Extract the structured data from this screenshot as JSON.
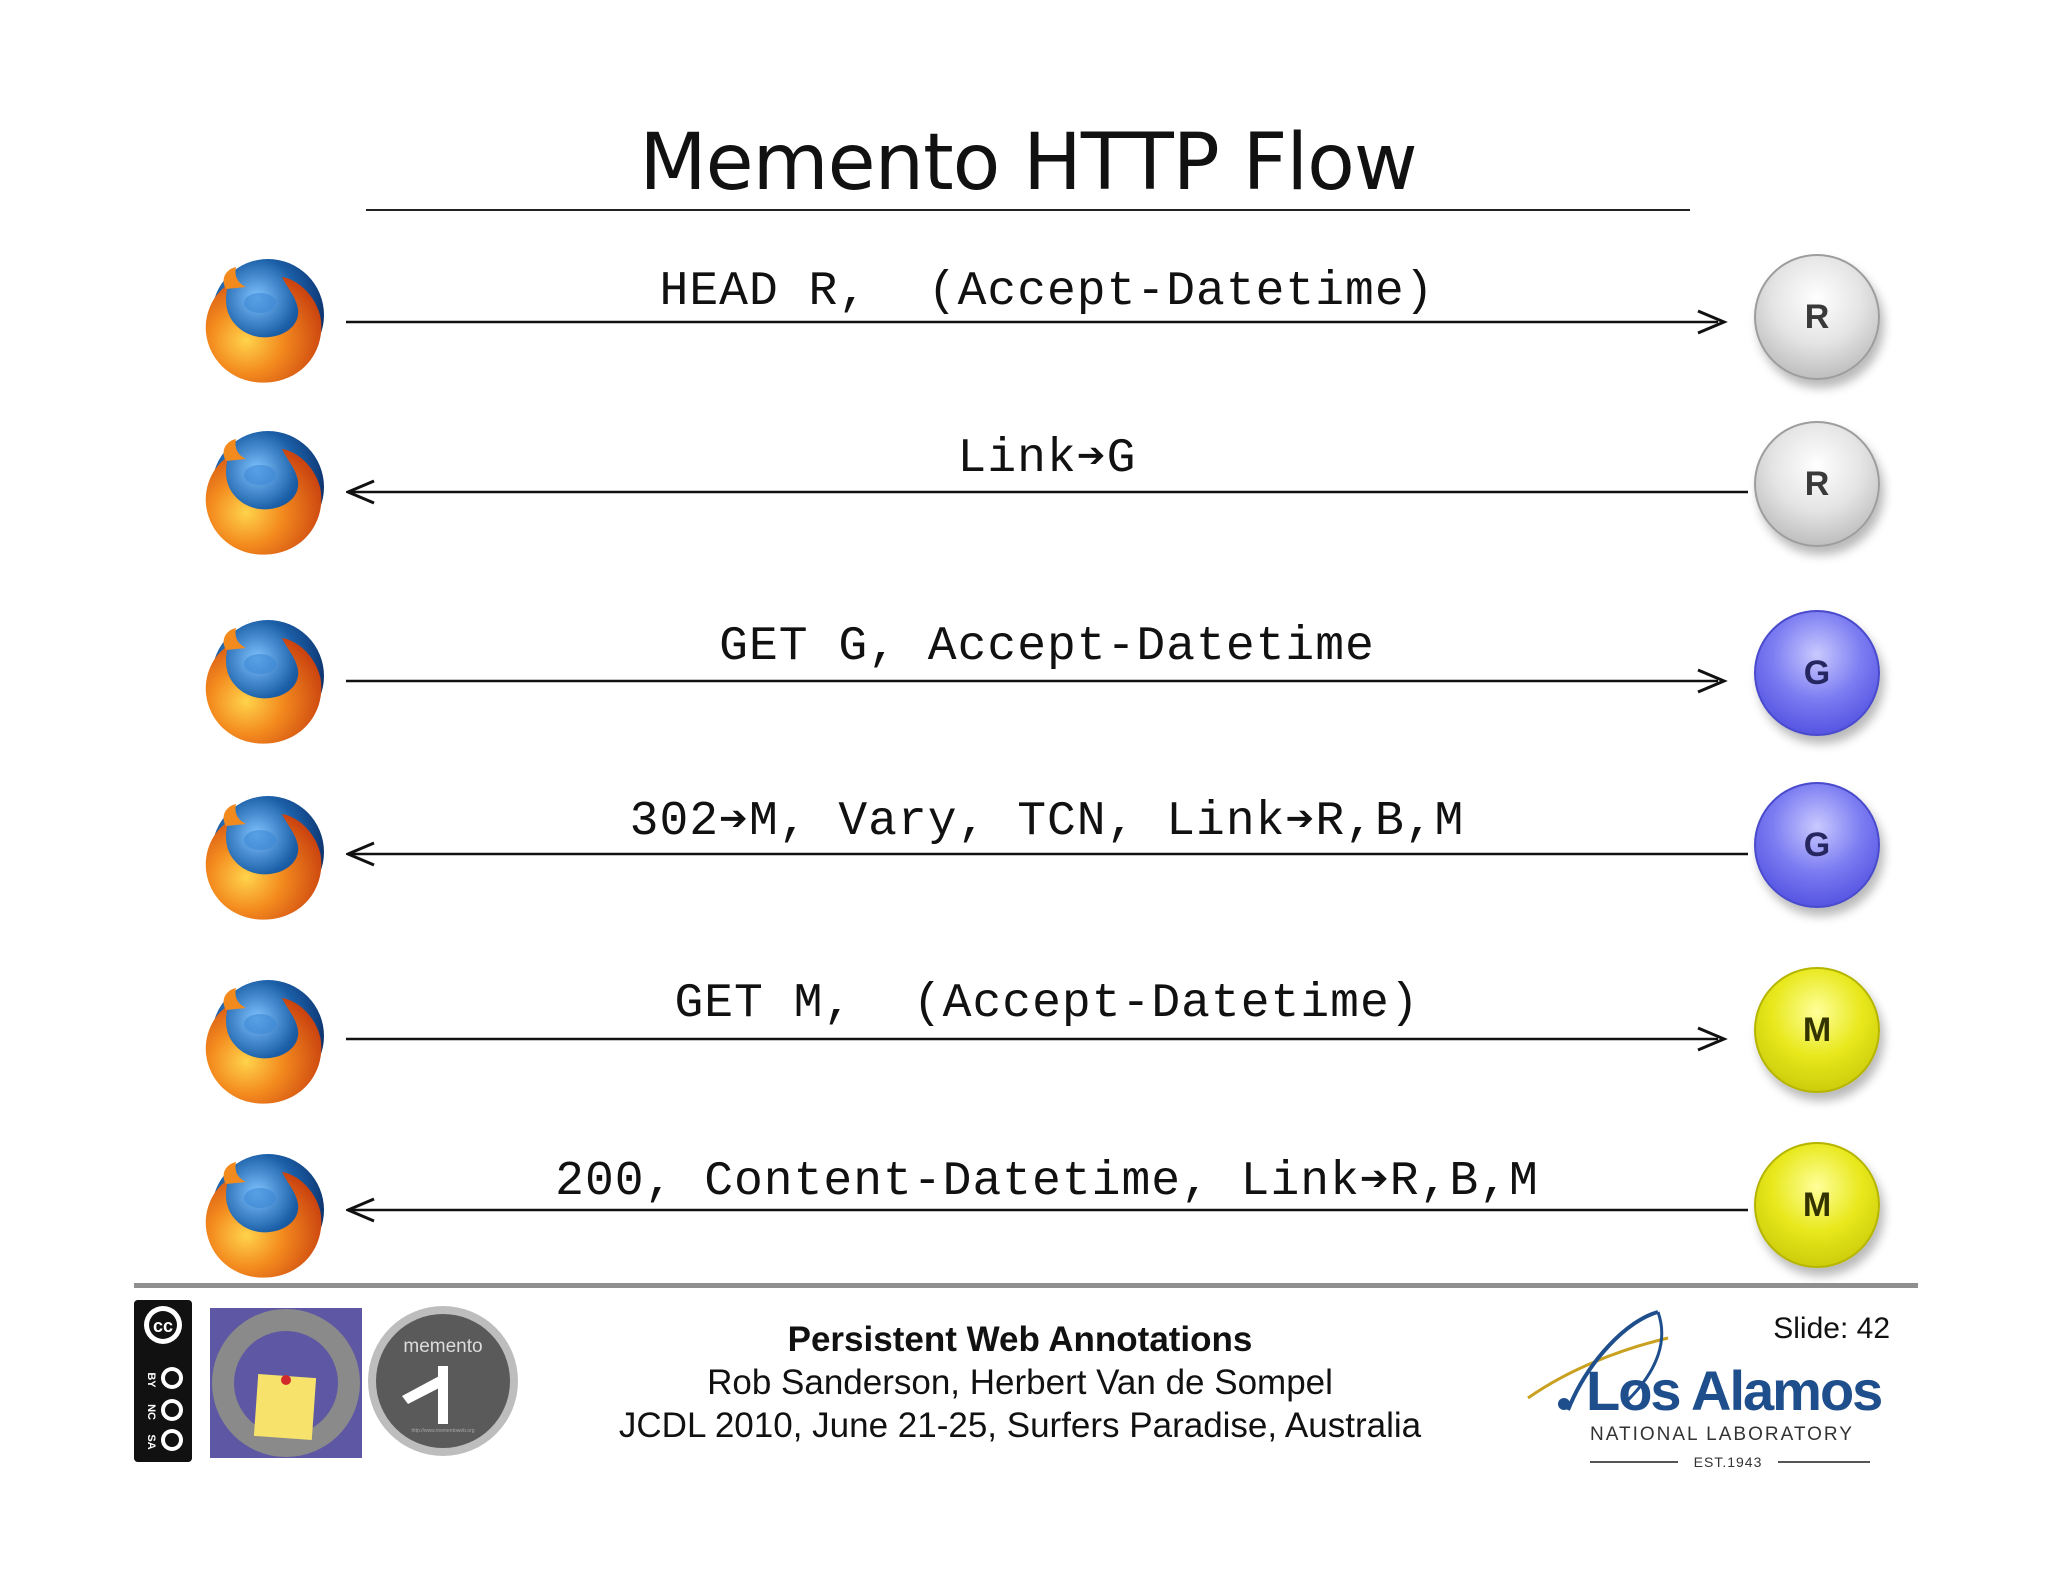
{
  "slide": {
    "title": "Memento HTTP Flow",
    "flow": [
      {
        "message": "HEAD R,  (Accept-Datetime)",
        "direction": "right",
        "node": "R",
        "node_color": "gray"
      },
      {
        "message": "Link➔G",
        "direction": "left",
        "node": "R",
        "node_color": "gray"
      },
      {
        "message": "GET G, Accept-Datetime",
        "direction": "right",
        "node": "G",
        "node_color": "blue"
      },
      {
        "message": "302➔M, Vary, TCN, Link➔R,B,M",
        "direction": "left",
        "node": "G",
        "node_color": "blue"
      },
      {
        "message": "GET M,  (Accept-Datetime)",
        "direction": "right",
        "node": "M",
        "node_color": "yellow"
      },
      {
        "message": "200, Content-Datetime, Link➔R,B,M",
        "direction": "left",
        "node": "M",
        "node_color": "yellow"
      }
    ],
    "browser_icon": "firefox-icon"
  },
  "footer": {
    "line1": "Persistent Web Annotations",
    "line2": "Rob Sanderson, Herbert Van de Sompel",
    "line3": "JCDL 2010, June 21-25, Surfers Paradise, Australia",
    "slide_label": "Slide: 42",
    "cc_labels": [
      "BY",
      "NC",
      "SA"
    ],
    "memento_logo_text": "memento",
    "memento_url": "http://www.mementoweb.org",
    "lanl": {
      "name": "Los Alamos",
      "sub": "NATIONAL LABORATORY",
      "est": "EST.1943"
    }
  },
  "colors": {
    "gray_node": "#d6d6d6",
    "blue_node": "#6f6fef",
    "yellow_node": "#e0e015",
    "firefox_orange": "#e8641b",
    "firefox_blue": "#1b5fa8",
    "lanl_blue": "#1f4e8c"
  }
}
